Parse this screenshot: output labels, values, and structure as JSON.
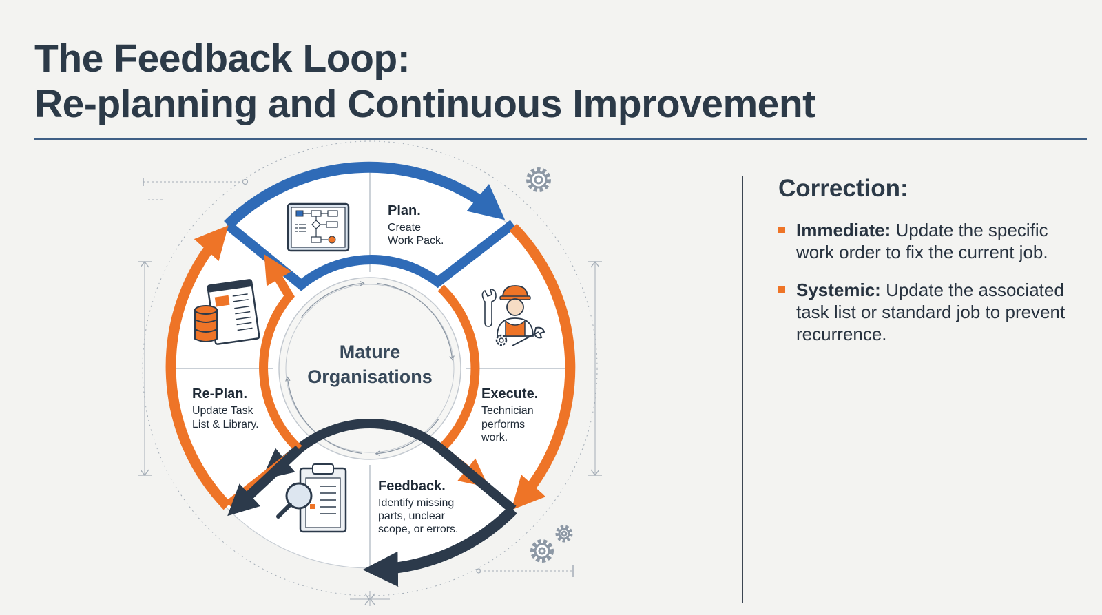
{
  "header": {
    "title_line1": "The Feedback Loop:",
    "title_line2": "Re-planning and Continuous Improvement"
  },
  "diagram": {
    "hub": {
      "line1": "Mature",
      "line2": "Organisations"
    },
    "segments": {
      "plan": {
        "title": "Plan.",
        "lines": [
          "Create",
          "Work Pack."
        ]
      },
      "execute": {
        "title": "Execute.",
        "lines": [
          "Technician",
          "performs",
          "work."
        ]
      },
      "feedback": {
        "title": "Feedback.",
        "lines": [
          "Identify missing",
          "parts, unclear",
          "scope, or errors."
        ]
      },
      "replan": {
        "title": "Re-Plan.",
        "lines": [
          "Update Task",
          "List & Library."
        ]
      }
    },
    "icons": [
      "flowchart-board-icon",
      "technician-icon",
      "clipboard-magnifier-icon",
      "database-document-icon",
      "gear-icon"
    ]
  },
  "correction": {
    "heading": "Correction:",
    "items": [
      {
        "term": "Immediate:",
        "text": " Update the specific work order to fix the current job."
      },
      {
        "term": "Systemic:",
        "text": " Update the associated task list or standard job to prevent recurrence."
      }
    ]
  },
  "colors": {
    "blue": "#2f6bb7",
    "orange": "#ee7427",
    "navy": "#2c3a4b",
    "text": "#27323f"
  }
}
